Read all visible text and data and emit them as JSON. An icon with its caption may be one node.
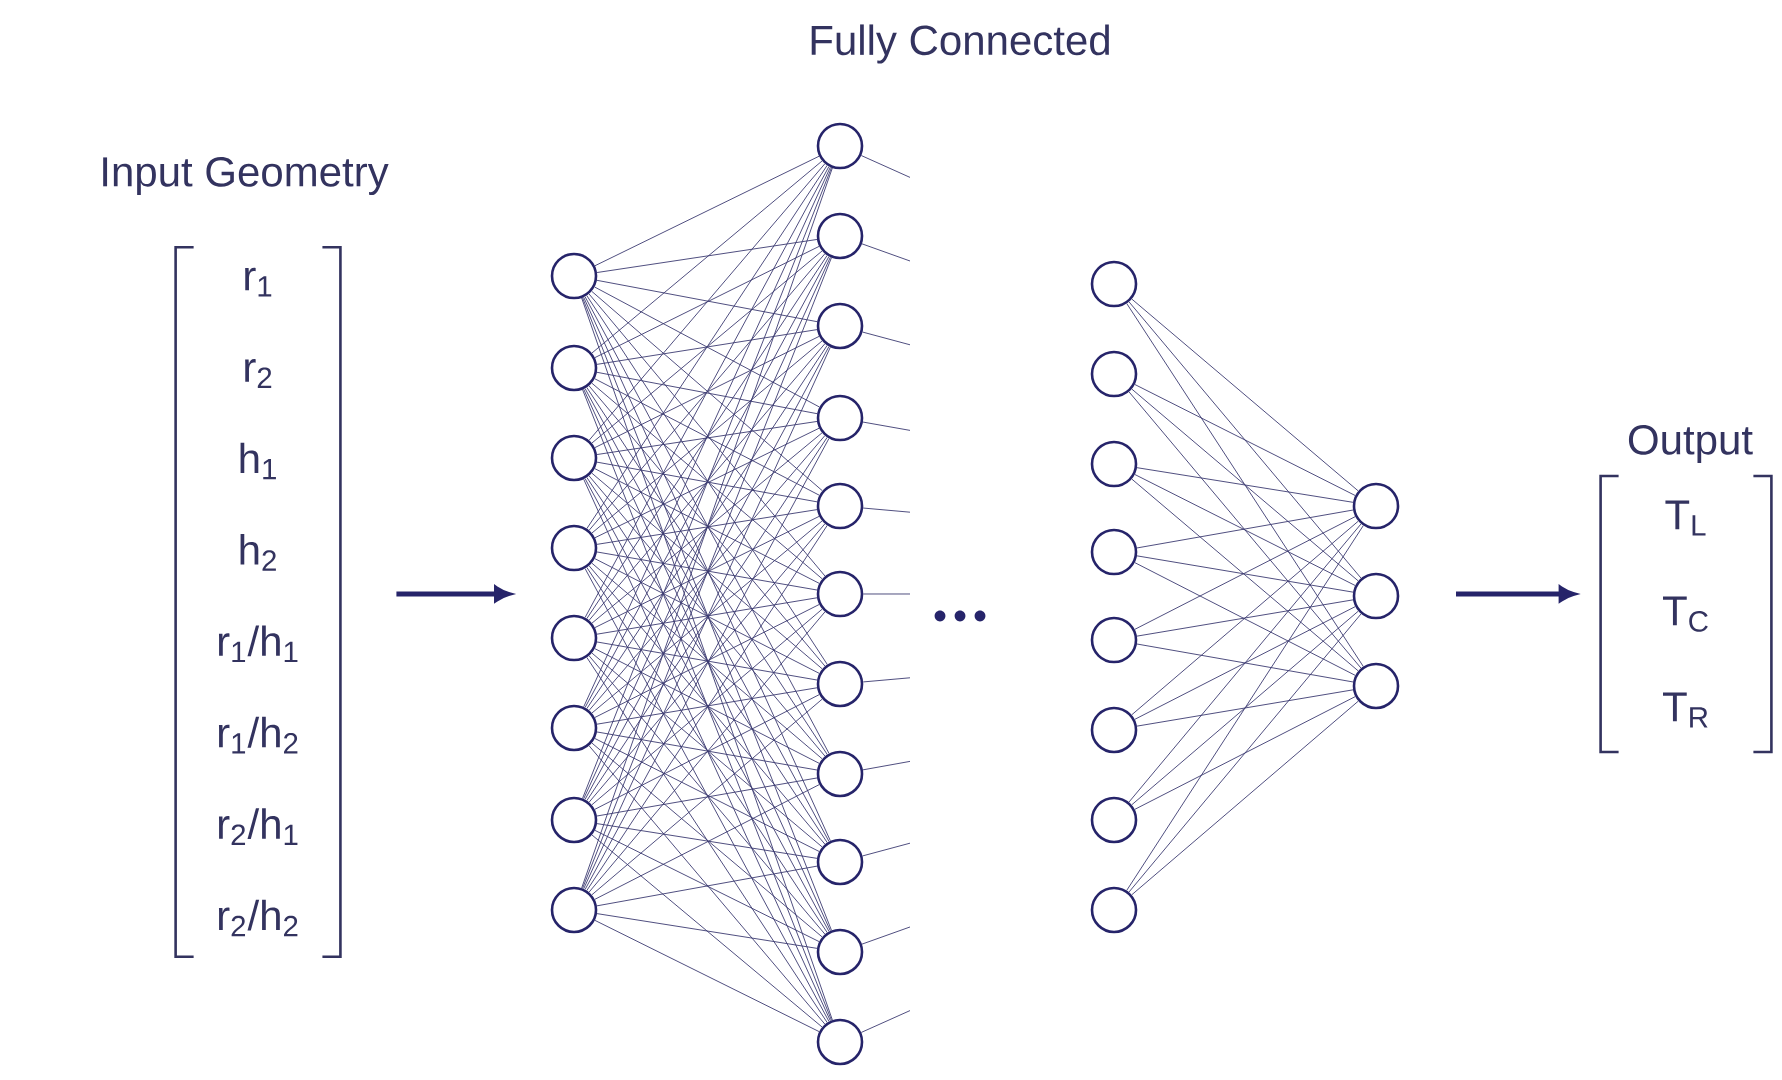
{
  "diagram": {
    "nodes": [
      {
        "text": [
          "Input Geometry",
          "r$_{1}$",
          "r$_{2}$",
          "h$_{1}$",
          "h$_{2}$",
          "r$_{1}$/h$_{1}$",
          "r$_{1}$/h$_{2}$",
          "r$_{2}$/h$_{1}$",
          "r$_{2}$/h$_{2}$"
        ]
      },
      {
        "text": [],
        "shape": "circle"
      },
      {
        "text": [],
        "shape": "circle"
      },
      {
        "text": [],
        "shape": "circle"
      },
      {
        "text": [],
        "shape": "circle"
      },
      {
        "text": [],
        "shape": "circle"
      },
      {
        "text": [],
        "shape": "circle"
      },
      {
        "text": [],
        "shape": "circle"
      },
      {
        "text": [],
        "shape": "circle"
      },
      {
        "text": [],
        "shape": "circle"
      },
      {
        "text": [],
        "shape": "circle"
      },
      {
        "text": [],
        "shape": "circle"
      },
      {
        "text": [],
        "shape": "circle"
      },
      {
        "text": [],
        "shape": "circle"
      },
      {
        "text": [],
        "shape": "circle"
      },
      {
        "text": [],
        "shape": "circle"
      },
      {
        "text": [],
        "shape": "circle"
      },
      {
        "text": [],
        "shape": "circle"
      },
      {
        "text": [],
        "shape": "circle"
      },
      {
        "text": [],
        "shape": "circle"
      },
      {
        "text": [],
        "shape": "circle"
      },
      {
        "text": [],
        "shape": "circle"
      },
      {
        "text": [],
        "shape": "circle"
      },
      {
        "text": [],
        "shape": "circle"
      },
      {
        "text": [],
        "shape": "circle"
      },
      {
        "text": [],
        "shape": "circle"
      },
      {
        "text": [],
        "shape": "circle"
      },
      {
        "text": [],
        "shape": "circle"
      },
      {
        "text": [],
        "shape": "circle"
      },
      {
        "text": [],
        "shape": "circle"
      },
      {
        "text": [],
        "shape": "circle"
      },
      {
        "text": [
          "Output",
          "T$_{L}$",
          "T$_{C}$",
          "T$_{R}$"
        ]
      }
    ],
    "edges": [
      {
        "from": 0,
        "to": null,
        "arrow": "to",
        "style": "thick"
      },
      {
        "from": 1,
        "to": 9,
        "arrow": "none"
      },
      {
        "from": 1,
        "to": 10,
        "arrow": "none"
      },
      {
        "from": 1,
        "to": 11,
        "arrow": "none"
      },
      {
        "from": 1,
        "to": 12,
        "arrow": "none"
      },
      {
        "from": 1,
        "to": 13,
        "arrow": "none"
      },
      {
        "from": 1,
        "to": 14,
        "arrow": "none"
      },
      {
        "from": 1,
        "to": 15,
        "arrow": "none"
      },
      {
        "from": 1,
        "to": 16,
        "arrow": "none"
      },
      {
        "from": 1,
        "to": 17,
        "arrow": "none"
      },
      {
        "from": 1,
        "to": 18,
        "arrow": "none"
      },
      {
        "from": 1,
        "to": 19,
        "arrow": "none"
      },
      {
        "from": 2,
        "to": 9,
        "arrow": "none"
      },
      {
        "from": 2,
        "to": 10,
        "arrow": "none"
      },
      {
        "from": 2,
        "to": 11,
        "arrow": "none"
      },
      {
        "from": 2,
        "to": 12,
        "arrow": "none"
      },
      {
        "from": 2,
        "to": 13,
        "arrow": "none"
      },
      {
        "from": 2,
        "to": 14,
        "arrow": "none"
      },
      {
        "from": 2,
        "to": 15,
        "arrow": "none"
      },
      {
        "from": 2,
        "to": 16,
        "arrow": "none"
      },
      {
        "from": 2,
        "to": 17,
        "arrow": "none"
      },
      {
        "from": 2,
        "to": 18,
        "arrow": "none"
      },
      {
        "from": 2,
        "to": 19,
        "arrow": "none"
      },
      {
        "from": 3,
        "to": 9,
        "arrow": "none"
      },
      {
        "from": 3,
        "to": 10,
        "arrow": "none"
      },
      {
        "from": 3,
        "to": 11,
        "arrow": "none"
      },
      {
        "from": 3,
        "to": 12,
        "arrow": "none"
      },
      {
        "from": 3,
        "to": 13,
        "arrow": "none"
      },
      {
        "from": 3,
        "to": 14,
        "arrow": "none"
      },
      {
        "from": 3,
        "to": 15,
        "arrow": "none"
      },
      {
        "from": 3,
        "to": 16,
        "arrow": "none"
      },
      {
        "from": 3,
        "to": 17,
        "arrow": "none"
      },
      {
        "from": 3,
        "to": 18,
        "arrow": "none"
      },
      {
        "from": 3,
        "to": 19,
        "arrow": "none"
      },
      {
        "from": 4,
        "to": 9,
        "arrow": "none"
      },
      {
        "from": 4,
        "to": 10,
        "arrow": "none"
      },
      {
        "from": 4,
        "to": 11,
        "arrow": "none"
      },
      {
        "from": 4,
        "to": 12,
        "arrow": "none"
      },
      {
        "from": 4,
        "to": 13,
        "arrow": "none"
      },
      {
        "from": 4,
        "to": 14,
        "arrow": "none"
      },
      {
        "from": 4,
        "to": 15,
        "arrow": "none"
      },
      {
        "from": 4,
        "to": 16,
        "arrow": "none"
      },
      {
        "from": 4,
        "to": 17,
        "arrow": "none"
      },
      {
        "from": 4,
        "to": 18,
        "arrow": "none"
      },
      {
        "from": 4,
        "to": 19,
        "arrow": "none"
      },
      {
        "from": 5,
        "to": 9,
        "arrow": "none"
      },
      {
        "from": 5,
        "to": 10,
        "arrow": "none"
      },
      {
        "from": 5,
        "to": 11,
        "arrow": "none"
      },
      {
        "from": 5,
        "to": 12,
        "arrow": "none"
      },
      {
        "from": 5,
        "to": 13,
        "arrow": "none"
      },
      {
        "from": 5,
        "to": 14,
        "arrow": "none"
      },
      {
        "from": 5,
        "to": 15,
        "arrow": "none"
      },
      {
        "from": 5,
        "to": 16,
        "arrow": "none"
      },
      {
        "from": 5,
        "to": 17,
        "arrow": "none"
      },
      {
        "from": 5,
        "to": 18,
        "arrow": "none"
      },
      {
        "from": 5,
        "to": 19,
        "arrow": "none"
      },
      {
        "from": 6,
        "to": 9,
        "arrow": "none"
      },
      {
        "from": 6,
        "to": 10,
        "arrow": "none"
      },
      {
        "from": 6,
        "to": 11,
        "arrow": "none"
      },
      {
        "from": 6,
        "to": 12,
        "arrow": "none"
      },
      {
        "from": 6,
        "to": 13,
        "arrow": "none"
      },
      {
        "from": 6,
        "to": 14,
        "arrow": "none"
      },
      {
        "from": 6,
        "to": 15,
        "arrow": "none"
      },
      {
        "from": 6,
        "to": 16,
        "arrow": "none"
      },
      {
        "from": 6,
        "to": 17,
        "arrow": "none"
      },
      {
        "from": 6,
        "to": 18,
        "arrow": "none"
      },
      {
        "from": 6,
        "to": 19,
        "arrow": "none"
      },
      {
        "from": 7,
        "to": 9,
        "arrow": "none"
      },
      {
        "from": 7,
        "to": 10,
        "arrow": "none"
      },
      {
        "from": 7,
        "to": 11,
        "arrow": "none"
      },
      {
        "from": 7,
        "to": 12,
        "arrow": "none"
      },
      {
        "from": 7,
        "to": 13,
        "arrow": "none"
      },
      {
        "from": 7,
        "to": 14,
        "arrow": "none"
      },
      {
        "from": 7,
        "to": 15,
        "arrow": "none"
      },
      {
        "from": 7,
        "to": 16,
        "arrow": "none"
      },
      {
        "from": 7,
        "to": 17,
        "arrow": "none"
      },
      {
        "from": 7,
        "to": 18,
        "arrow": "none"
      },
      {
        "from": 7,
        "to": 19,
        "arrow": "none"
      },
      {
        "from": 8,
        "to": 9,
        "arrow": "none"
      },
      {
        "from": 8,
        "to": 10,
        "arrow": "none"
      },
      {
        "from": 8,
        "to": 11,
        "arrow": "none"
      },
      {
        "from": 8,
        "to": 12,
        "arrow": "none"
      },
      {
        "from": 8,
        "to": 13,
        "arrow": "none"
      },
      {
        "from": 8,
        "to": 14,
        "arrow": "none"
      },
      {
        "from": 8,
        "to": 15,
        "arrow": "none"
      },
      {
        "from": 8,
        "to": 16,
        "arrow": "none"
      },
      {
        "from": 8,
        "to": 17,
        "arrow": "none"
      },
      {
        "from": 8,
        "to": 18,
        "arrow": "none"
      },
      {
        "from": 8,
        "to": 19,
        "arrow": "none"
      },
      {
        "from": 9,
        "to": null,
        "arrow": "none"
      },
      {
        "from": 10,
        "to": null,
        "arrow": "none"
      },
      {
        "from": 11,
        "to": null,
        "arrow": "none"
      },
      {
        "from": 12,
        "to": null,
        "arrow": "none"
      },
      {
        "from": 13,
        "to": null,
        "arrow": "none"
      },
      {
        "from": 14,
        "to": null,
        "arrow": "none"
      },
      {
        "from": 15,
        "to": null,
        "arrow": "none"
      },
      {
        "from": 16,
        "to": null,
        "arrow": "none"
      },
      {
        "from": 17,
        "to": null,
        "arrow": "none"
      },
      {
        "from": 18,
        "to": null,
        "arrow": "none"
      },
      {
        "from": 19,
        "to": null,
        "arrow": "none"
      },
      {
        "from": 20,
        "to": 28,
        "arrow": "none"
      },
      {
        "from": 20,
        "to": 29,
        "arrow": "none"
      },
      {
        "from": 20,
        "to": 30,
        "arrow": "none"
      },
      {
        "from": 21,
        "to": 28,
        "arrow": "none"
      },
      {
        "from": 21,
        "to": 29,
        "arrow": "none"
      },
      {
        "from": 21,
        "to": 30,
        "arrow": "none"
      },
      {
        "from": 22,
        "to": 28,
        "arrow": "none"
      },
      {
        "from": 22,
        "to": 29,
        "arrow": "none"
      },
      {
        "from": 22,
        "to": 30,
        "arrow": "none"
      },
      {
        "from": 23,
        "to": 28,
        "arrow": "none"
      },
      {
        "from": 23,
        "to": 29,
        "arrow": "none"
      },
      {
        "from": 23,
        "to": 30,
        "arrow": "none"
      },
      {
        "from": 24,
        "to": 28,
        "arrow": "none"
      },
      {
        "from": 24,
        "to": 29,
        "arrow": "none"
      },
      {
        "from": 24,
        "to": 30,
        "arrow": "none"
      },
      {
        "from": 25,
        "to": 28,
        "arrow": "none"
      },
      {
        "from": 25,
        "to": 29,
        "arrow": "none"
      },
      {
        "from": 25,
        "to": 30,
        "arrow": "none"
      },
      {
        "from": 26,
        "to": 28,
        "arrow": "none"
      },
      {
        "from": 26,
        "to": 29,
        "arrow": "none"
      },
      {
        "from": 26,
        "to": 30,
        "arrow": "none"
      },
      {
        "from": 27,
        "to": 28,
        "arrow": "none"
      },
      {
        "from": 27,
        "to": 29,
        "arrow": "none"
      },
      {
        "from": 27,
        "to": 30,
        "arrow": "none"
      },
      {
        "from": null,
        "to": 31,
        "arrow": "to",
        "style": "thick"
      }
    ],
    "labels": [
      "Fully Connected"
    ]
  }
}
